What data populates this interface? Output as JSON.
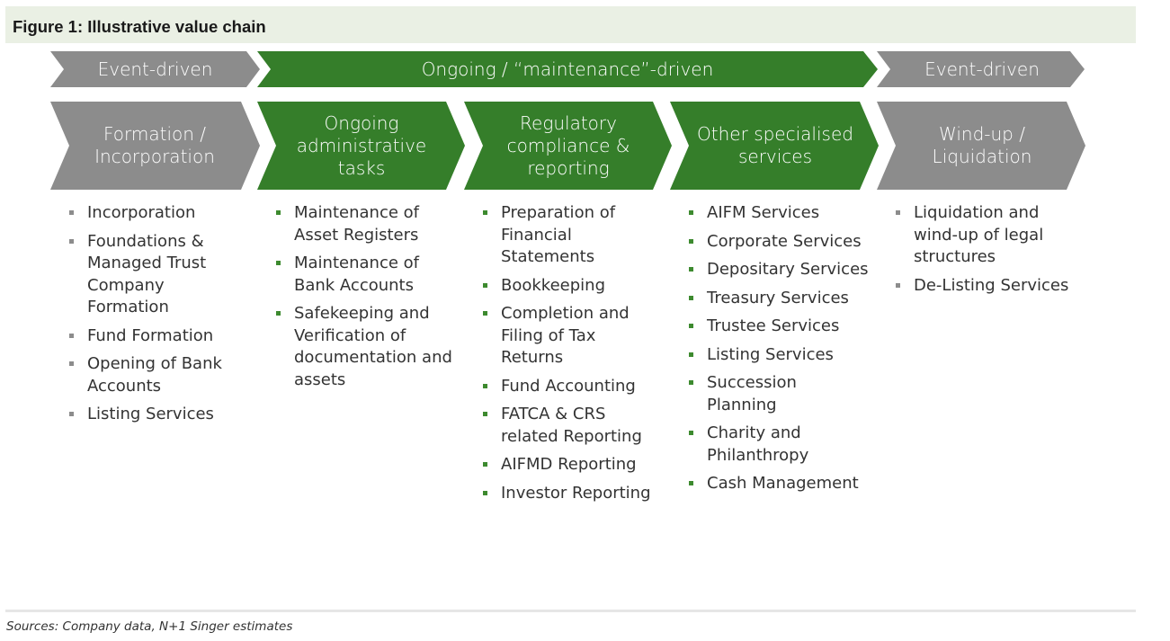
{
  "figure": {
    "title": "Figure 1:  Illustrative value chain"
  },
  "colors": {
    "grey": "#8c8c8c",
    "green": "#357e2a",
    "title_bg": "#eaf0e4",
    "bullet_green": "#3d8a2f"
  },
  "phases": [
    {
      "label": "Event-driven",
      "color": "grey"
    },
    {
      "label": "Ongoing / “maintenance”-driven",
      "color": "green"
    },
    {
      "label": "Event-driven",
      "color": "grey"
    }
  ],
  "stages": [
    {
      "label": "Formation / Incorporation",
      "color": "grey",
      "items": [
        "Incorporation",
        "Foundations & Managed Trust Company Formation",
        "Fund Formation",
        "Opening of Bank Accounts",
        "Listing Services"
      ]
    },
    {
      "label": "Ongoing administrative tasks",
      "color": "green",
      "items": [
        "Maintenance of Asset Registers",
        "Maintenance of Bank Accounts",
        "Safekeeping and Verification of documentation and assets"
      ]
    },
    {
      "label": "Regulatory compliance & reporting",
      "color": "green",
      "items": [
        "Preparation of Financial Statements",
        "Bookkeeping",
        "Completion and Filing of Tax Returns",
        "Fund Accounting",
        "FATCA & CRS related Reporting",
        "AIFMD Reporting",
        "Investor Reporting"
      ]
    },
    {
      "label": "Other specialised services",
      "color": "green",
      "items": [
        "AIFM Services",
        "Corporate Services",
        "Depositary Services",
        "Treasury Services",
        "Trustee Services",
        "Listing Services",
        "Succession Planning",
        "Charity and Philanthropy",
        "Cash Management"
      ]
    },
    {
      "label": "Wind-up / Liquidation",
      "color": "grey",
      "items": [
        "Liquidation and wind-up of legal structures",
        "De-Listing Services"
      ]
    }
  ],
  "source": "Sources: Company data, N+1 Singer estimates"
}
